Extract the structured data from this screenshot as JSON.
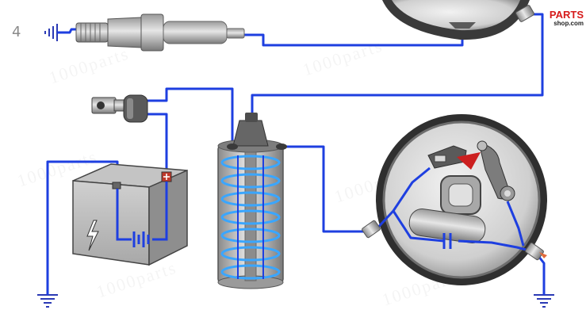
{
  "diagram": {
    "step_number": "4",
    "brand": {
      "name": "PARTS",
      "domain": "shop.com",
      "accent_color": "#d61a1a"
    },
    "watermark": "1000parts",
    "colors": {
      "wire": "#1e3fe0",
      "coil_winding": "#3aa6ff",
      "metal_dark": "#4a4a4a",
      "metal_light": "#c9c9c9"
    },
    "components": [
      "spark-plug",
      "distributor-cap",
      "ignition-switch",
      "battery",
      "ignition-coil",
      "distributor",
      "ground-symbols"
    ]
  }
}
